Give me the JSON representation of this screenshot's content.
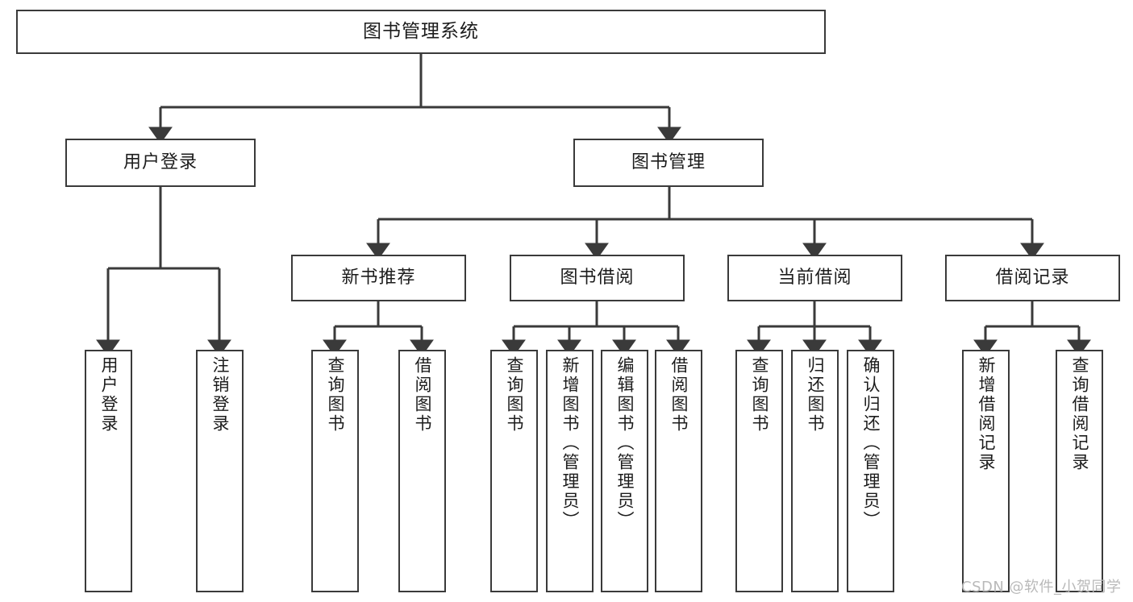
{
  "diagram": {
    "title": "图书管理系统",
    "type": "hierarchy-tree",
    "root": {
      "id": "root",
      "label": "图书管理系统"
    },
    "level2": [
      {
        "id": "user-login",
        "label": "用户登录"
      },
      {
        "id": "book-manage",
        "label": "图书管理"
      }
    ],
    "level3": [
      {
        "id": "new-book-recommend",
        "label": "新书推荐",
        "parent": "book-manage"
      },
      {
        "id": "book-borrow",
        "label": "图书借阅",
        "parent": "book-manage"
      },
      {
        "id": "current-borrow",
        "label": "当前借阅",
        "parent": "book-manage"
      },
      {
        "id": "borrow-record",
        "label": "借阅记录",
        "parent": "book-manage"
      }
    ],
    "leaves": [
      {
        "id": "leaf-user-login",
        "label": "用户登录",
        "parent": "user-login"
      },
      {
        "id": "leaf-user-logout",
        "label": "注销登录",
        "parent": "user-login"
      },
      {
        "id": "leaf-query-book-1",
        "label": "查询图书",
        "parent": "new-book-recommend"
      },
      {
        "id": "leaf-borrow-book-1",
        "label": "借阅图书",
        "parent": "new-book-recommend"
      },
      {
        "id": "leaf-query-book-2",
        "label": "查询图书",
        "parent": "book-borrow"
      },
      {
        "id": "leaf-add-book",
        "label": "新增图书（管理员）",
        "parent": "book-borrow"
      },
      {
        "id": "leaf-edit-book",
        "label": "编辑图书（管理员）",
        "parent": "book-borrow"
      },
      {
        "id": "leaf-borrow-book-2",
        "label": "借阅图书",
        "parent": "book-borrow"
      },
      {
        "id": "leaf-query-book-3",
        "label": "查询图书",
        "parent": "current-borrow"
      },
      {
        "id": "leaf-return-book",
        "label": "归还图书",
        "parent": "current-borrow"
      },
      {
        "id": "leaf-confirm-return",
        "label": "确认归还（管理员）",
        "parent": "current-borrow"
      },
      {
        "id": "leaf-add-record",
        "label": "新增借阅记录",
        "parent": "borrow-record"
      },
      {
        "id": "leaf-query-record",
        "label": "查询借阅记录",
        "parent": "borrow-record"
      }
    ]
  },
  "watermark": {
    "text": "CSDN @软件_小贺同学"
  },
  "colors": {
    "stroke": "#3a3a3a",
    "text": "#1c1c1c",
    "background": "#ffffff",
    "watermark": "#b9b9b9"
  }
}
